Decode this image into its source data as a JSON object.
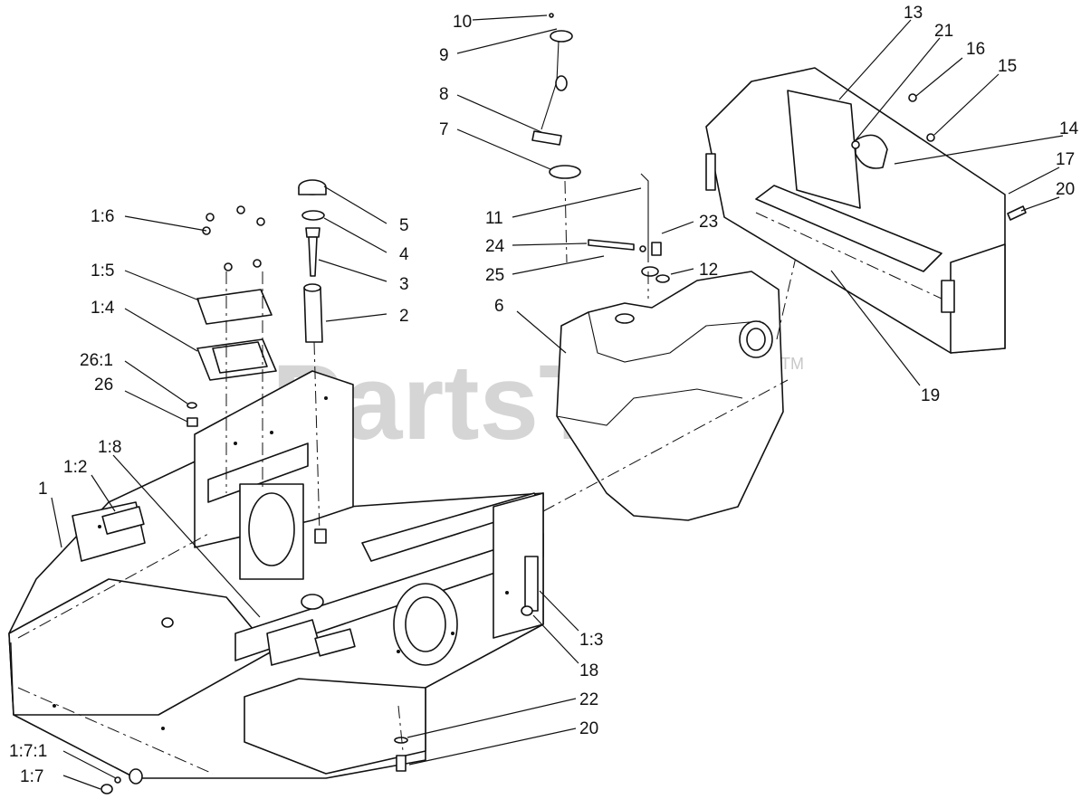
{
  "watermark": {
    "text": "PartsTree",
    "trademark": "TM"
  },
  "callouts": [
    {
      "id": "c10",
      "text": "10"
    },
    {
      "id": "c9",
      "text": "9"
    },
    {
      "id": "c8",
      "text": "8"
    },
    {
      "id": "c7",
      "text": "7"
    },
    {
      "id": "c5",
      "text": "5"
    },
    {
      "id": "c4",
      "text": "4"
    },
    {
      "id": "c3",
      "text": "3"
    },
    {
      "id": "c2",
      "text": "2"
    },
    {
      "id": "c1_6",
      "text": "1:6"
    },
    {
      "id": "c1_5",
      "text": "1:5"
    },
    {
      "id": "c1_4",
      "text": "1:4"
    },
    {
      "id": "c26_1",
      "text": "26:1"
    },
    {
      "id": "c26",
      "text": "26"
    },
    {
      "id": "c1_8",
      "text": "1:8"
    },
    {
      "id": "c1_2",
      "text": "1:2"
    },
    {
      "id": "c1",
      "text": "1"
    },
    {
      "id": "c11",
      "text": "11"
    },
    {
      "id": "c24",
      "text": "24"
    },
    {
      "id": "c23",
      "text": "23"
    },
    {
      "id": "c25",
      "text": "25"
    },
    {
      "id": "c12",
      "text": "12"
    },
    {
      "id": "c6",
      "text": "6"
    },
    {
      "id": "c13",
      "text": "13"
    },
    {
      "id": "c21",
      "text": "21"
    },
    {
      "id": "c16",
      "text": "16"
    },
    {
      "id": "c15",
      "text": "15"
    },
    {
      "id": "c14",
      "text": "14"
    },
    {
      "id": "c17",
      "text": "17"
    },
    {
      "id": "c20a",
      "text": "20"
    },
    {
      "id": "c19",
      "text": "19"
    },
    {
      "id": "c1_3",
      "text": "1:3"
    },
    {
      "id": "c18",
      "text": "18"
    },
    {
      "id": "c22",
      "text": "22"
    },
    {
      "id": "c20b",
      "text": "20"
    },
    {
      "id": "c1_7_1",
      "text": "1:7:1"
    },
    {
      "id": "c1_7",
      "text": "1:7"
    }
  ]
}
